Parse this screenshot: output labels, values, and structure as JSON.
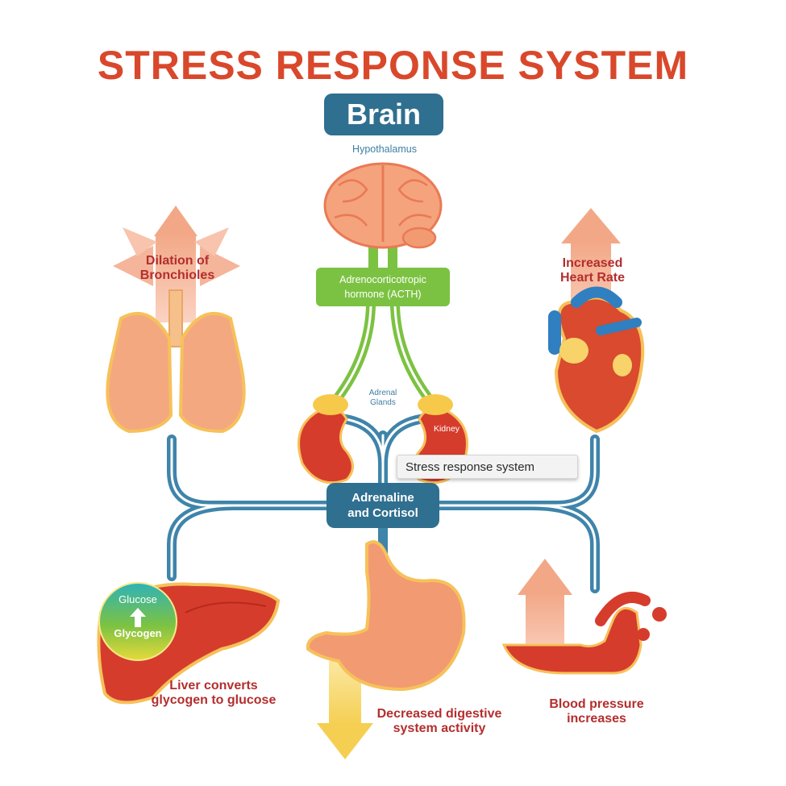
{
  "title": "STRESS RESPONSE SYSTEM",
  "brain": {
    "label": "Brain",
    "region": "Hypothalamus"
  },
  "acth": {
    "line1": "Adrenocorticotropic",
    "line2": "hormone (ACTH)"
  },
  "adrenal": {
    "line1": "Adrenal",
    "line2": "Glands"
  },
  "kidney": "Kidney",
  "hormones": {
    "line1": "Adrenaline",
    "line2": "and Cortisol"
  },
  "tooltip": "Stress response system",
  "effects": {
    "lungs": {
      "line1": "Dilation of",
      "line2": "Bronchioles"
    },
    "heart": {
      "line1": "Increased",
      "line2": "Heart Rate"
    },
    "liver": {
      "line1": "Liver converts",
      "line2": "glycogen to glucose"
    },
    "stomach": {
      "line1": "Decreased digestive",
      "line2": "system activity"
    },
    "blood": {
      "line1": "Blood pressure",
      "line2": "increases"
    }
  },
  "glucose": {
    "top": "Glucose",
    "bottom": "Glycogen"
  },
  "colors": {
    "title": "#d9482b",
    "navy": "#2f6f8f",
    "green": "#7cc242",
    "organ": "#f29a72",
    "label": "#b42e2e",
    "arrow": "#f5b59a"
  }
}
